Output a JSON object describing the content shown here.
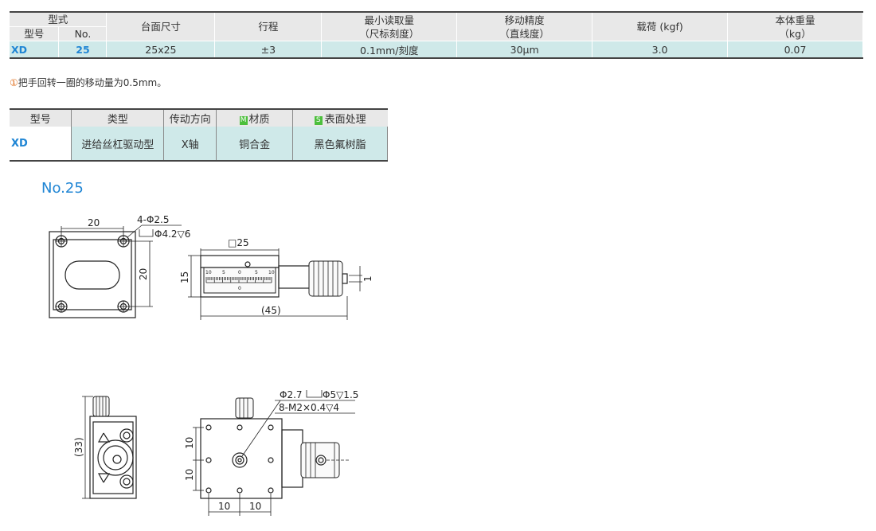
{
  "spec_table": {
    "header": {
      "type_group": "型式",
      "model": "型号",
      "no": "No.",
      "table_size": "台面尺寸",
      "stroke": "行程",
      "min_reading": "最小读取量",
      "min_reading_sub": "（尺标刻度）",
      "accuracy": "移动精度",
      "accuracy_sub": "（直线度）",
      "load": "载荷 (kgf)",
      "weight": "本体重量",
      "weight_sub": "（kg）"
    },
    "row": {
      "model": "XD",
      "no": "25",
      "table_size": "25x25",
      "stroke": "±3",
      "min_reading": "0.1mm/刻度",
      "accuracy": "30μm",
      "load": "3.0",
      "weight": "0.07"
    }
  },
  "note": {
    "icon": "①",
    "text": "把手回转一圈的移动量为0.5mm。"
  },
  "type_table": {
    "header": {
      "model": "型号",
      "type": "类型",
      "direction": "传动方向",
      "material_badge": "M",
      "material": "材质",
      "surface_badge": "S",
      "surface": "表面处理"
    },
    "row": {
      "model": "XD",
      "type": "进给丝杠驱动型",
      "direction": "X轴",
      "material": "铜合金",
      "surface": "黑色氟树脂"
    }
  },
  "subtitle": "No.25",
  "drawing": {
    "dim_20_top": "20",
    "holes_top": "4-Φ2.5",
    "cbore_top": "Φ4.2▽6",
    "dim_20_right": "20",
    "dim_25_square": "□25",
    "dim_15": "15",
    "dim_1": "1",
    "dim_45": "(45)",
    "scale_marks": [
      "10",
      "5",
      "0",
      "5",
      "10"
    ],
    "scale_zero": "0",
    "dim_33": "(33)",
    "holes_bottom": "Φ2.7",
    "cbore_bottom": "Φ5▽1.5",
    "tapped": "8-M2×0.4▽4",
    "dim_10_v1": "10",
    "dim_10_v2": "10",
    "dim_10_h1": "10",
    "dim_10_h2": "10"
  }
}
